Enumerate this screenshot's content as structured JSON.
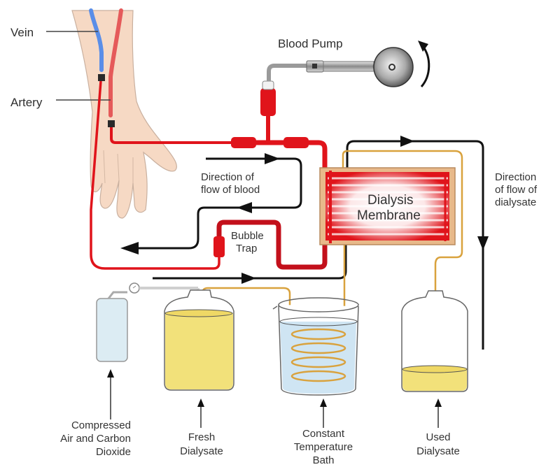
{
  "title": "Hemodialysis apparatus",
  "colors": {
    "blood_artery": "#e0141b",
    "blood_vein": "#5a8ee8",
    "dialysate_tube": "#d9a23d",
    "flow_arrow": "#111111",
    "skin": "#f6d9c4",
    "fresh_dialysate": "#f2e17a",
    "bath_water": "#cfe5f3",
    "gas_cylinder": "#dcecf3",
    "membrane_frame": "#e8b98a"
  },
  "labels": {
    "vein": "Vein",
    "artery": "Artery",
    "blood_pump": "Blood Pump",
    "direction_blood": [
      "Direction of",
      "flow of blood"
    ],
    "bubble_trap": [
      "Bubble",
      "Trap"
    ],
    "dialysis_membrane": [
      "Dialysis",
      "Membrane"
    ],
    "direction_dialysate": [
      "Direction",
      "of flow of",
      "dialysate"
    ],
    "compressed_gas": [
      "Compressed",
      "Air and Carbon",
      "Dioxide"
    ],
    "fresh_dialysate": [
      "Fresh",
      "Dialysate"
    ],
    "constant_temp_bath": [
      "Constant",
      "Temperature",
      "Bath"
    ],
    "used_dialysate": [
      "Used",
      "Dialysate"
    ]
  },
  "icons": {
    "pump_rotation": "curved-arrow-clockwise",
    "flow_direction": "arrowhead"
  }
}
